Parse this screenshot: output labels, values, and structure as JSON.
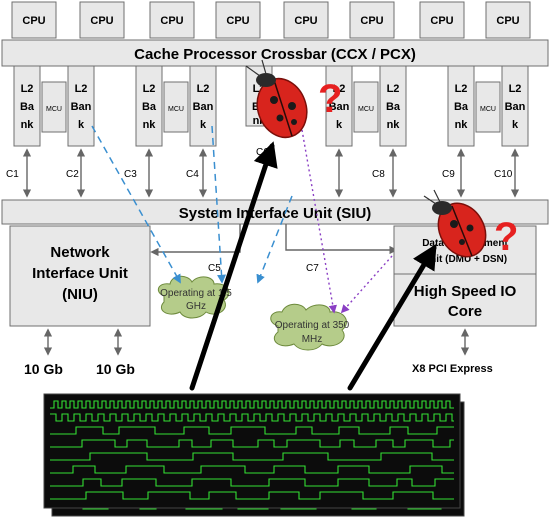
{
  "cpus": [
    "CPU",
    "CPU",
    "CPU",
    "CPU",
    "CPU",
    "CPU",
    "CPU",
    "CPU"
  ],
  "crossbar": {
    "title": "Cache Processor Crossbar (CCX / PCX)"
  },
  "banks": [
    {
      "lines": [
        "L2",
        "Ba",
        "nk"
      ]
    },
    {
      "lines": [
        "L2",
        "Ban",
        "k"
      ]
    },
    {
      "lines": [
        "L2",
        "Ba",
        "nk"
      ]
    },
    {
      "lines": [
        "L2",
        "Ban",
        "k"
      ]
    },
    {
      "lines": [
        "L2",
        "Ba",
        "nk"
      ]
    },
    {
      "lines": [
        "L2",
        "Ban",
        "k"
      ]
    },
    {
      "lines": [
        "L2",
        "Ba",
        "nk"
      ]
    },
    {
      "lines": [
        "L2",
        "Ban",
        "k"
      ]
    }
  ],
  "mcus": [
    "MCU",
    "MCU",
    "MCU",
    "MCU"
  ],
  "channels": [
    "C1",
    "C2",
    "C3",
    "C4",
    "C6",
    "C8",
    "C9",
    "C10",
    "C5",
    "C7"
  ],
  "siu": {
    "title": "System Interface Unit (SIU)"
  },
  "niu": {
    "lines": [
      "Network",
      "Interface Unit",
      "(NIU)"
    ]
  },
  "dmu": {
    "lines": [
      "Data Management",
      "Unit (DMU + DSN)"
    ]
  },
  "hsio": {
    "lines": [
      "High Speed IO",
      "Core"
    ]
  },
  "clouds": [
    {
      "lines": [
        "Operating at 1.5",
        "GHz"
      ]
    },
    {
      "lines": [
        "Operating at 350",
        "MHz"
      ]
    }
  ],
  "ports": {
    "niu_left": "10 Gb",
    "niu_right": "10 Gb",
    "pci": "X8 PCI Express"
  },
  "bug_marks": [
    "?",
    "?"
  ],
  "colors": {
    "block_fill": "#e8e8e8",
    "block_stroke": "#6f6f6f",
    "cloud_fill": "#b5cc8a",
    "blue_dash": "#3a8fd0",
    "purple_dot": "#8a3fc4",
    "bug_red": "#d8241d",
    "question_red": "#e62020",
    "wave_bg": "#0c0c0c",
    "wave_green": "#33e133"
  }
}
